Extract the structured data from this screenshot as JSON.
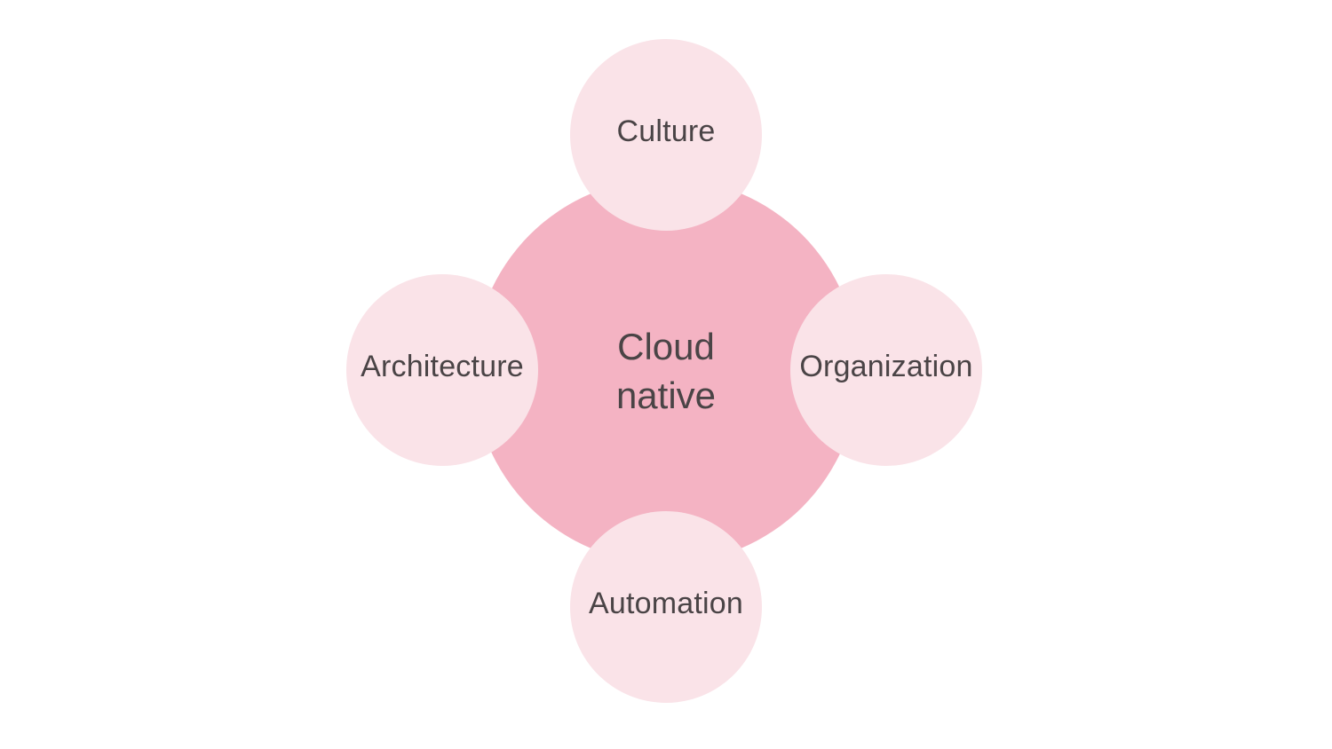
{
  "diagram": {
    "type": "radial-venn",
    "center": {
      "label": "Cloud native",
      "color": "#f4b3c3"
    },
    "satellites": [
      {
        "label": "Culture",
        "position": "top",
        "color": "#fae3e8"
      },
      {
        "label": "Architecture",
        "position": "left",
        "color": "#fae3e8"
      },
      {
        "label": "Organization",
        "position": "right",
        "color": "#fae3e8"
      },
      {
        "label": "Automation",
        "position": "bottom",
        "color": "#fae3e8"
      }
    ],
    "text_color": "#4a4446"
  }
}
